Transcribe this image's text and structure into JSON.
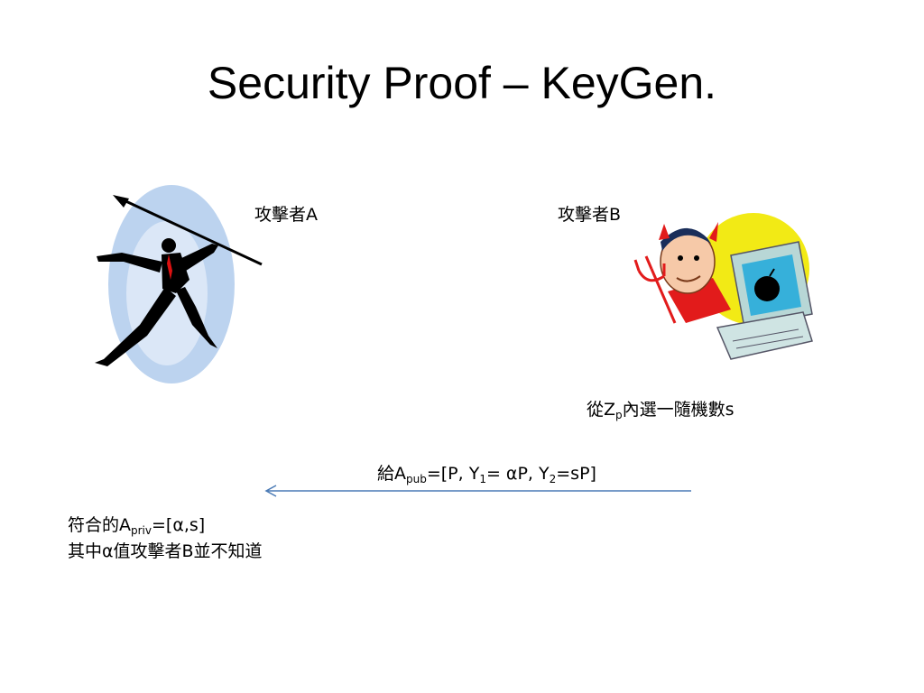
{
  "slide": {
    "title": "Security Proof – KeyGen.",
    "attacker_a_label": "攻擊者A",
    "attacker_b_label": "攻擊者B",
    "choose": {
      "pre": "從Z",
      "sub": "p",
      "post": "內選一隨機數s"
    },
    "give": {
      "pre": "給A",
      "sub_pub": "pub",
      "mid1": "=[P, Y",
      "sub_1": "1",
      "mid2": "= αP, Y",
      "sub_2": "2",
      "post": "=sP]"
    },
    "match": {
      "pre": "符合的A",
      "sub": "priv",
      "post": "=[α,s]"
    },
    "unknown": "其中α值攻擊者B並不知道"
  },
  "colors": {
    "arrow": "#4a7ab5",
    "oval": "#bcd3ef",
    "sun": "#f2ea15",
    "devil": "#e21b1b"
  }
}
